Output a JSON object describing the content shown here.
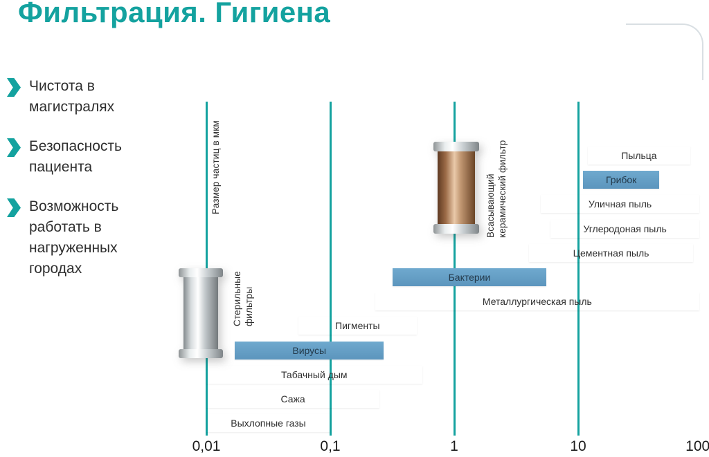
{
  "page": {
    "title": "Фильтрация. Гигиена"
  },
  "bullets": [
    {
      "text": "Чистота в\nмагистралях"
    },
    {
      "text": "Безопасность\nпациента"
    },
    {
      "text": "Возможность\nработать в\nнагруженных\nгородах"
    }
  ],
  "chart_data": {
    "type": "bar",
    "variant": "horizontal-log-range-bars",
    "title": "Фильтрация. Гигиена",
    "ylabel": "Размер частиц в мкм",
    "x_axis": {
      "scale": "log",
      "unit": "мкм",
      "min": 0.01,
      "max": 100,
      "gridlines_at": [
        0.01,
        0.1,
        1,
        10
      ],
      "ticks": [
        {
          "value": 0.01,
          "label": "0,01"
        },
        {
          "value": 0.1,
          "label": "0,1"
        },
        {
          "value": 1,
          "label": "1"
        },
        {
          "value": 10,
          "label": "10"
        },
        {
          "value": 100,
          "label": "100"
        }
      ]
    },
    "bars": [
      {
        "label": "Пыльца",
        "from": 12,
        "to": 80,
        "style": "highlight_no",
        "styleclass": "light"
      },
      {
        "label": "Грибок",
        "from": 11,
        "to": 45,
        "styleclass": "highlight"
      },
      {
        "label": "Уличная пыль",
        "from": 5,
        "to": 95,
        "styleclass": "light"
      },
      {
        "label": "Углеродоная пыль",
        "from": 6,
        "to": 95,
        "styleclass": "light"
      },
      {
        "label": "Цементная пыль",
        "from": 4,
        "to": 85,
        "styleclass": "light"
      },
      {
        "label": "Бактерии",
        "from": 0.32,
        "to": 5.5,
        "styleclass": "highlight"
      },
      {
        "label": "Металлургическая пыль",
        "from": 0.23,
        "to": 95,
        "styleclass": "light"
      },
      {
        "label": "Пигменты",
        "from": 0.055,
        "to": 0.5,
        "styleclass": "light"
      },
      {
        "label": "Вирусы",
        "from": 0.017,
        "to": 0.27,
        "styleclass": "highlight"
      },
      {
        "label": "Табачный дым",
        "from": 0.01,
        "to": 0.55,
        "styleclass": "light"
      },
      {
        "label": "Сажа",
        "from": 0.01,
        "to": 0.25,
        "styleclass": "light"
      },
      {
        "label": "Выхлопные газы",
        "from": 0.01,
        "to": 0.1,
        "styleclass": "light"
      }
    ],
    "annotations": [
      {
        "label": "Стерильные\nфильтры",
        "at_value": 0.01
      },
      {
        "label": "Всасывающий\nкерамический фильтр",
        "at_value": 1
      }
    ],
    "legend": null,
    "grid": "vertical-only"
  },
  "colors": {
    "accent_teal": "#14a29f",
    "bar_highlight": "#5f9dc4",
    "bar_light_start": "#eef3f7",
    "bar_light_end": "#c3d8e8",
    "text_dark": "#2f2f2f"
  }
}
